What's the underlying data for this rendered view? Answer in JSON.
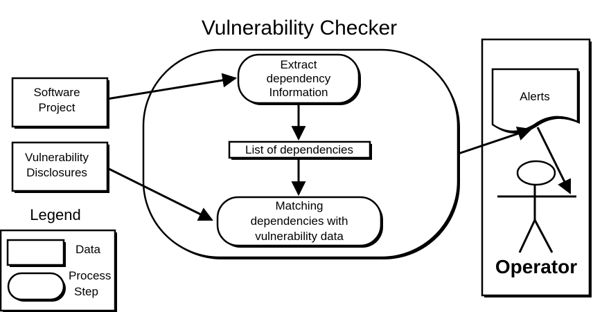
{
  "title": "Vulnerability Checker",
  "inputs": {
    "software_project": [
      "Software",
      "Project"
    ],
    "vulnerability_disclosures": [
      "Vulnerability",
      "Disclosures"
    ]
  },
  "process": {
    "extract": [
      "Extract",
      "dependency",
      "Information"
    ],
    "list": "List of dependencies",
    "matching": [
      "Matching",
      "dependencies with",
      "vulnerability data"
    ]
  },
  "output": {
    "alerts": "Alerts",
    "operator": "Operator"
  },
  "legend": {
    "title": "Legend",
    "data_label": "Data",
    "process_label": [
      "Process",
      "Step"
    ]
  }
}
